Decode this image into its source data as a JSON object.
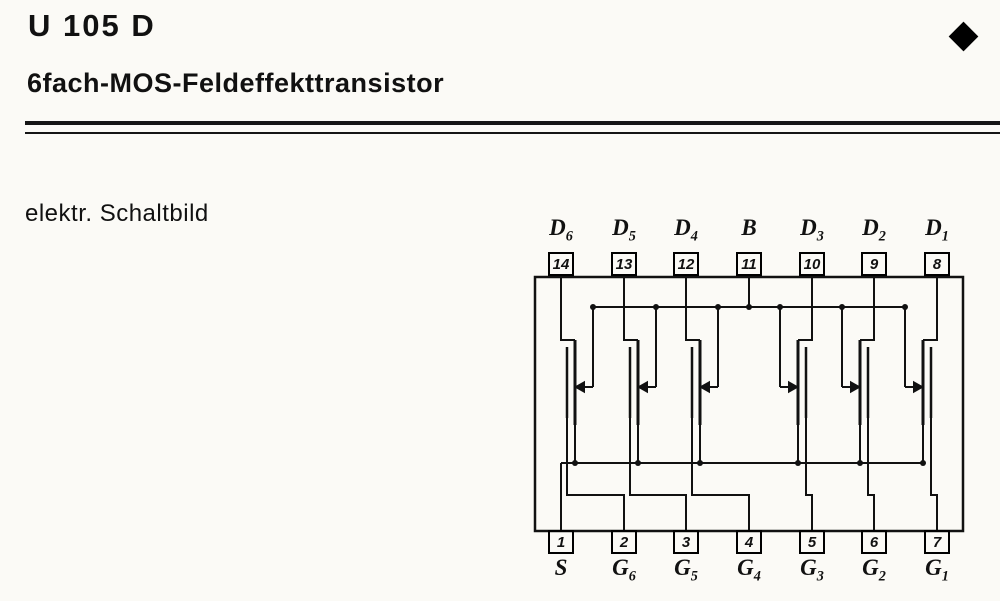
{
  "header": {
    "title": "U 105 D",
    "subtitle": "6fach-MOS-Feldeffekttransistor"
  },
  "figure": {
    "caption": "elektr. Schaltbild"
  },
  "icons": {
    "corner_marker": "black-diamond"
  },
  "schematic": {
    "device_type": "hex MOS field-effect transistor array",
    "top_pins": [
      {
        "label": "D",
        "sub": "6",
        "number": "14"
      },
      {
        "label": "D",
        "sub": "5",
        "number": "13"
      },
      {
        "label": "D",
        "sub": "4",
        "number": "12"
      },
      {
        "label": "B",
        "sub": "",
        "number": "11"
      },
      {
        "label": "D",
        "sub": "3",
        "number": "10"
      },
      {
        "label": "D",
        "sub": "2",
        "number": "9"
      },
      {
        "label": "D",
        "sub": "1",
        "number": "8"
      }
    ],
    "bottom_pins": [
      {
        "label": "S",
        "sub": "",
        "number": "1"
      },
      {
        "label": "G",
        "sub": "6",
        "number": "2"
      },
      {
        "label": "G",
        "sub": "5",
        "number": "3"
      },
      {
        "label": "G",
        "sub": "4",
        "number": "4"
      },
      {
        "label": "G",
        "sub": "3",
        "number": "5"
      },
      {
        "label": "G",
        "sub": "2",
        "number": "6"
      },
      {
        "label": "G",
        "sub": "1",
        "number": "7"
      }
    ],
    "transistor_count": 6
  }
}
